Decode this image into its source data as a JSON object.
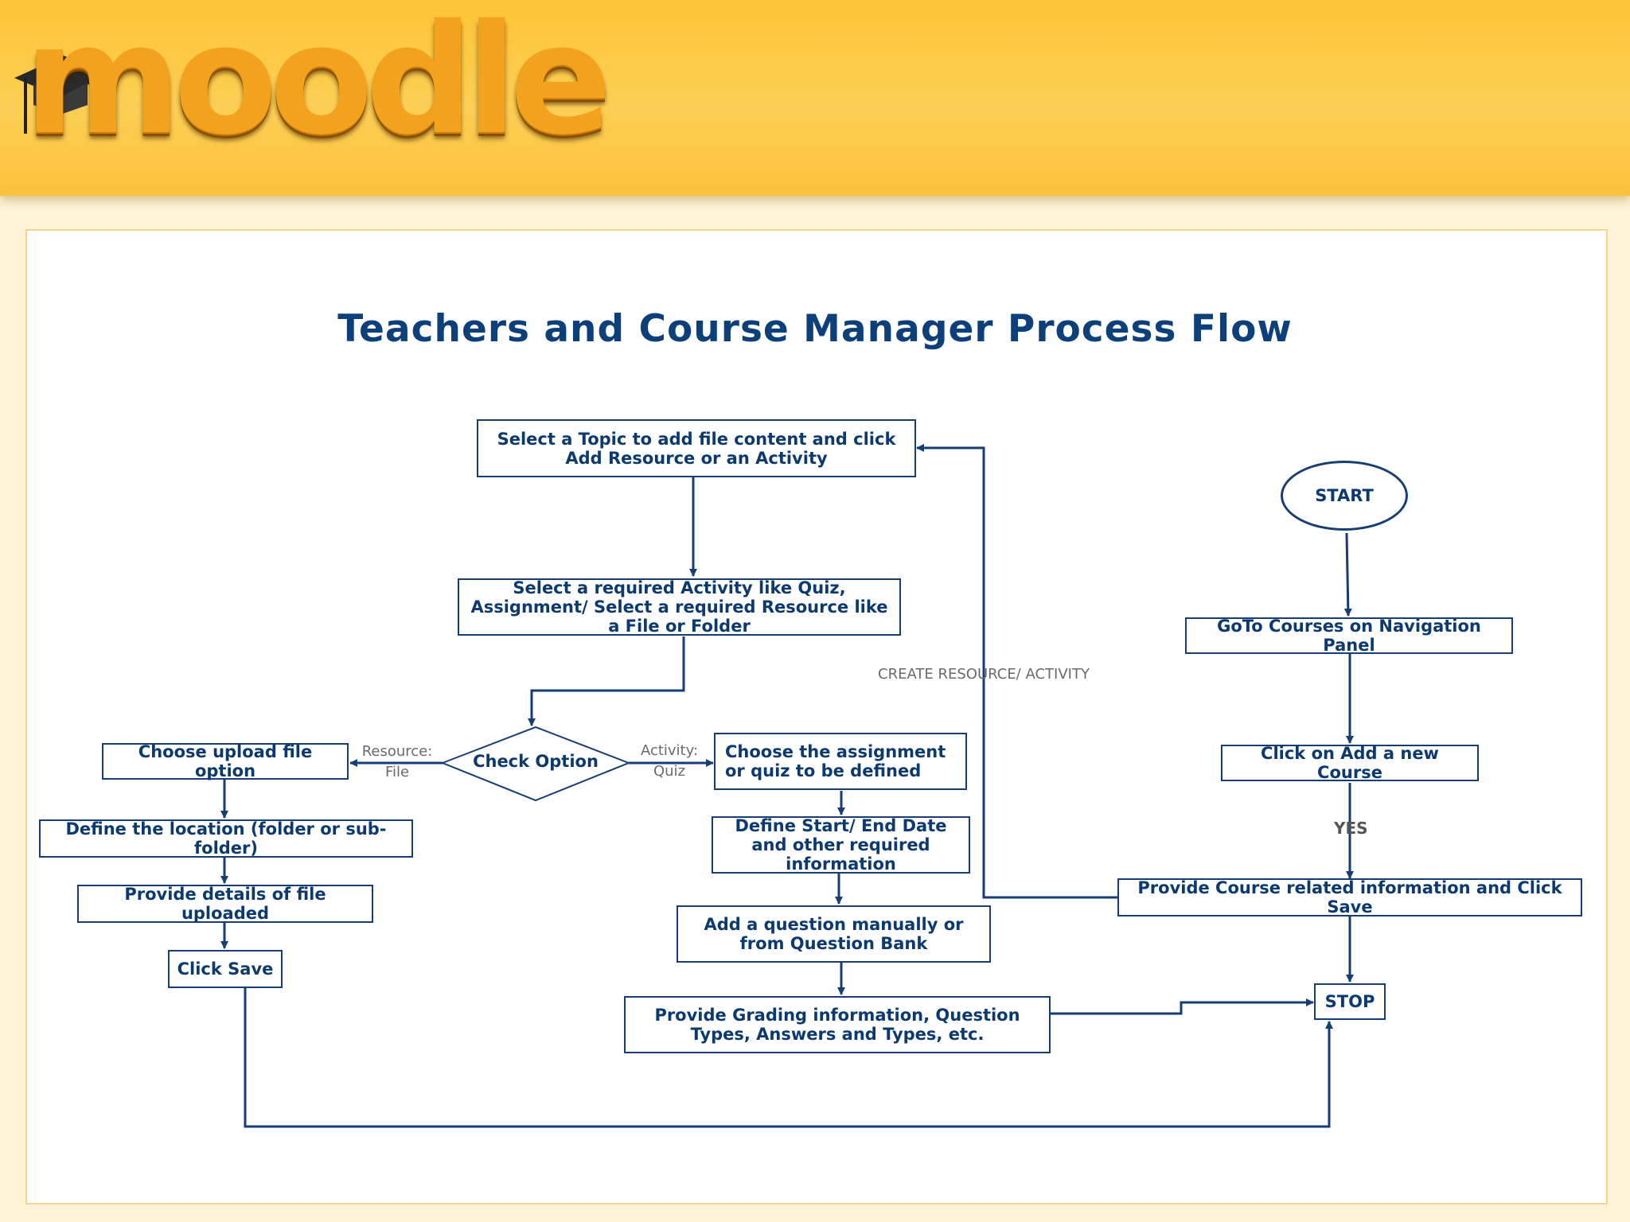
{
  "brand": {
    "logo": "moodle",
    "logo_icon": "graduation-cap-icon"
  },
  "diagram": {
    "title": "Teachers and Course Manager Process Flow",
    "start": "START",
    "goto_courses": "GoTo Courses on Navigation Panel",
    "add_course": "Click on Add a new Course",
    "yes_label": "YES",
    "provide_course_info": "Provide Course related information and Click Save",
    "stop": "STOP",
    "create_label": "CREATE RESOURCE/ ACTIVITY",
    "select_topic": "Select a Topic to add file content and click Add Resource or an Activity",
    "select_activity": "Select a required Activity like Quiz, Assignment/ Select a required Resource like a File or Folder",
    "check_option": "Check Option",
    "resource_label_1": "Resource:",
    "resource_label_2": "File",
    "activity_label_1": "Activity:",
    "activity_label_2": "Quiz",
    "choose_upload": "Choose upload file option",
    "define_location": "Define the location (folder or sub-folder)",
    "provide_details": "Provide details of file uploaded",
    "click_save": "Click Save",
    "choose_assignment": "Choose the assignment or quiz to be defined",
    "define_dates": "Define Start/ End Date and other required information",
    "add_question": "Add a question manually or from Question Bank",
    "provide_grading": "Provide Grading information, Question Types, Answers and Types, etc."
  }
}
